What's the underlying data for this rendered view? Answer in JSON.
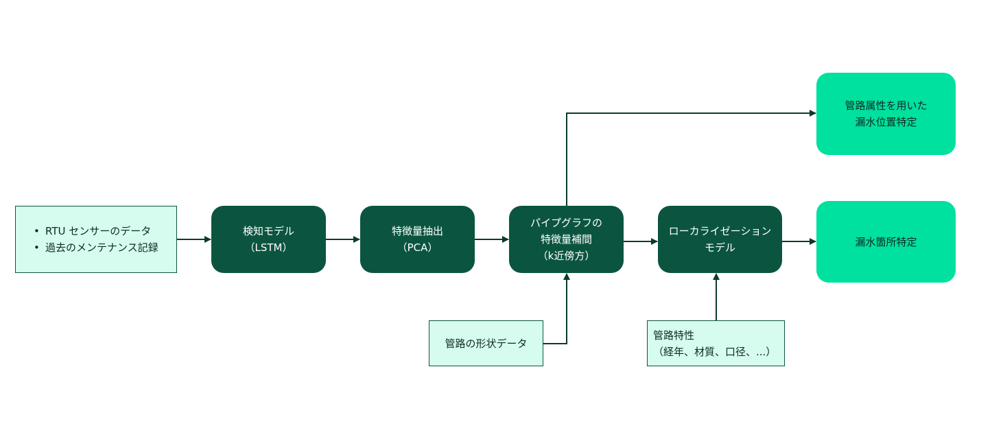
{
  "colors": {
    "dark_node": "#0b5540",
    "bright_node": "#00e09e",
    "light_node": "#d6fbef",
    "connector": "#0b3a2e"
  },
  "input": {
    "items": [
      "RTU センサーのデータ",
      "過去のメンテナンス記録"
    ]
  },
  "nodes": {
    "detection_model": "検知モデル\n（LSTM）",
    "feature_extraction": "特徴量抽出\n（PCA）",
    "interpolation": "パイプグラフの\n特徴量補間\n（k近傍方）",
    "localization_model": "ローカライゼーション\nモデル",
    "attribute_localization": "管路属性を用いた\n漏水位置特定",
    "leak_location": "漏水箇所特定",
    "pipe_shape": "管路の形状データ",
    "pipe_properties": "管路特性\n（経年、材質、口径、...）"
  }
}
